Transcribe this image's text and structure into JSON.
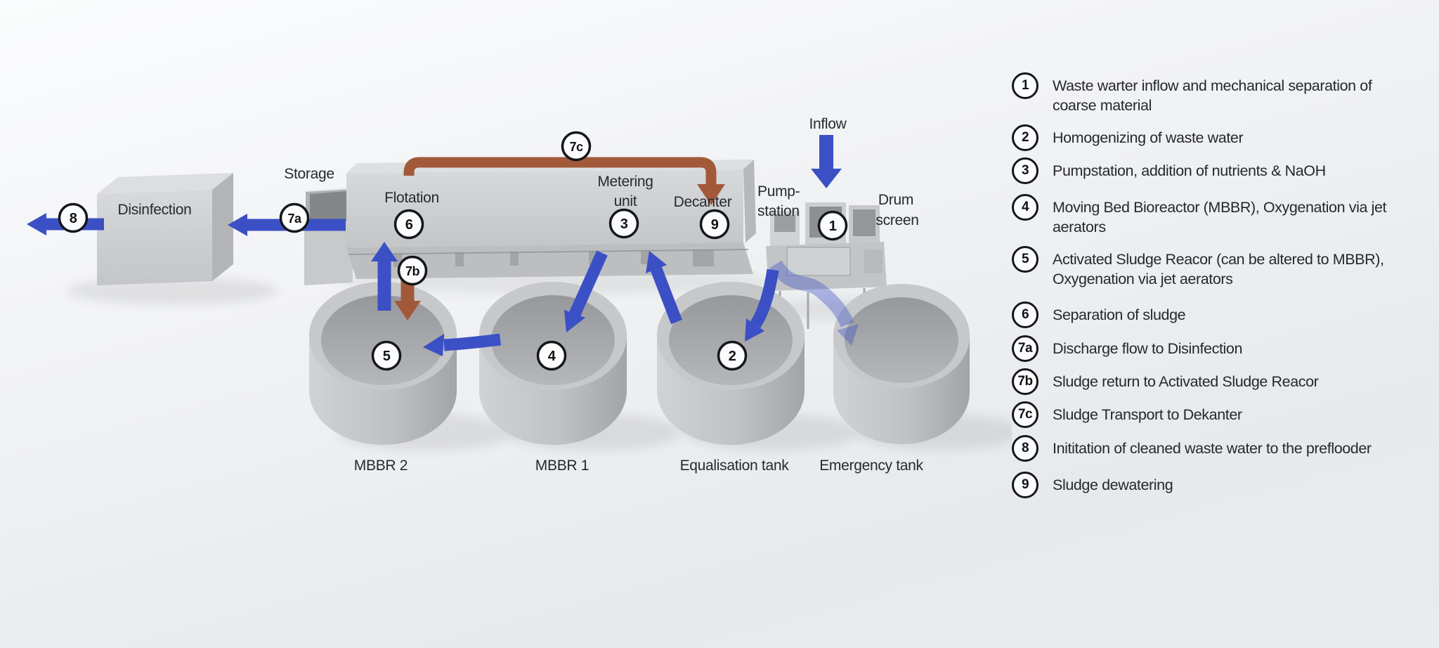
{
  "colors": {
    "background": "#eef0f2",
    "arrow_blue": "#3b50c5",
    "arrow_blue_transparent_opacity": "0.38",
    "pipe_brown": "#a2593a",
    "structure_gray": "#c9cbcd",
    "text_dark": "#26282c",
    "marker_border": "#141619"
  },
  "diagram": {
    "labels": {
      "inflow": "Inflow",
      "storage": "Storage",
      "disinfection": "Disinfection",
      "flotation": "Flotation",
      "metering_line1": "Metering",
      "metering_line2": "unit",
      "decanter": "Decanter",
      "pump_line1": "Pump-",
      "pump_line2": "station",
      "drum_line1": "Drum",
      "drum_line2": "screen",
      "mbbr2": "MBBR 2",
      "mbbr1": "MBBR 1",
      "equalisation_tank": "Equalisation tank",
      "emergency_tank": "Emergency tank"
    },
    "markers": {
      "m1": "1",
      "m2": "2",
      "m3": "3",
      "m4": "4",
      "m5": "5",
      "m6": "6",
      "m7a": "7a",
      "m7b": "7b",
      "m7c": "7c",
      "m8": "8",
      "m9": "9"
    }
  },
  "legend": {
    "items": [
      {
        "num": "1",
        "text": "Waste warter inflow and mechanical separation of\ncoarse material"
      },
      {
        "num": "2",
        "text": "Homogenizing of waste water"
      },
      {
        "num": "3",
        "text": "Pumpstation, addition of nutrients & NaOH"
      },
      {
        "num": "4",
        "text": "Moving Bed Bioreactor (MBBR), Oxygenation via jet\naerators"
      },
      {
        "num": "5",
        "text": "Activated Sludge Reacor (can be altered to MBBR),\nOxygenation via jet aerators"
      },
      {
        "num": "6",
        "text": "Separation of sludge"
      },
      {
        "num": "7a",
        "text": "Discharge flow to Disinfection"
      },
      {
        "num": "7b",
        "text": "Sludge return to Activated Sludge Reacor"
      },
      {
        "num": "7c",
        "text": "Sludge Transport to Dekanter"
      },
      {
        "num": "8",
        "text": "Inititation of cleaned waste water to the preflooder"
      },
      {
        "num": "9",
        "text": "Sludge dewatering"
      }
    ]
  }
}
